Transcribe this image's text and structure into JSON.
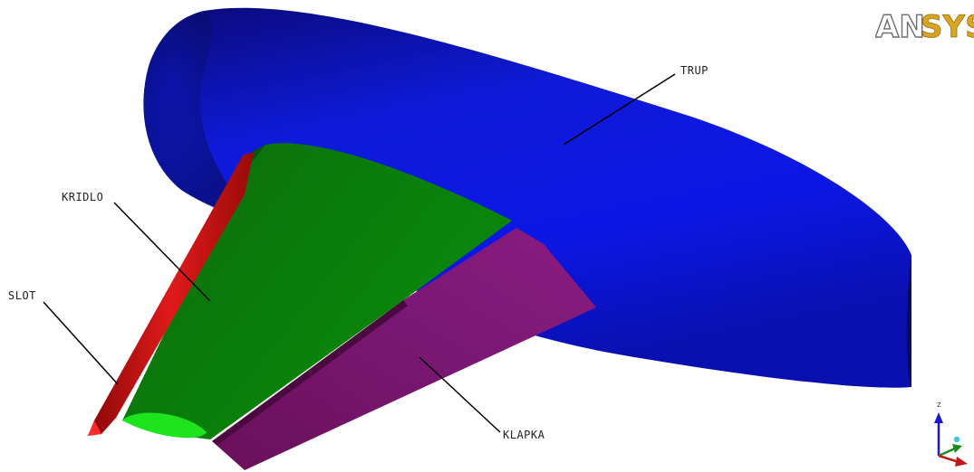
{
  "logo": {
    "text_a": "AN",
    "text_b": "SYS",
    "outline_color": "#6e6e6e",
    "accent_color": "#d9a51f"
  },
  "parts": {
    "fuselage": {
      "label": "TRUP",
      "color": "#0a14e0"
    },
    "wing": {
      "label": "KRIDLO",
      "color": "#0a8a0a"
    },
    "slat": {
      "label": "SLOT",
      "color": "#c41212"
    },
    "flap": {
      "label": "KLAPKA",
      "color": "#7a1670"
    }
  },
  "triad": {
    "z_label": "Z",
    "colors": {
      "z": "#1818d0",
      "y": "#1a8a1a",
      "x": "#c01818",
      "origin": "#39c8d6"
    }
  },
  "leader_color": "#000000"
}
